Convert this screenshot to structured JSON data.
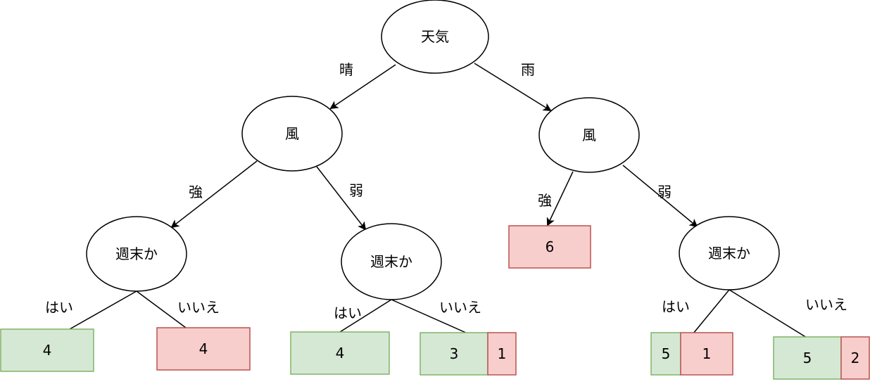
{
  "colors": {
    "stroke": "#000000",
    "green_fill": "#d5e8d4",
    "green_stroke": "#82b366",
    "red_fill": "#f8cecc",
    "red_stroke": "#b85450"
  },
  "nodes": {
    "root": "天気",
    "wind_left": "風",
    "wind_right": "風",
    "weekend_1": "週末か",
    "weekend_2": "週末か",
    "weekend_3": "週末か"
  },
  "edge_labels": {
    "sunny": "晴",
    "rain": "雨",
    "strong_left": "強",
    "weak_left": "弱",
    "strong_right": "強",
    "weak_right": "弱",
    "yes_1": "はい",
    "no_1": "いいえ",
    "yes_2": "はい",
    "no_2": "いいえ",
    "yes_3": "はい",
    "no_3": "いいえ"
  },
  "leaves": {
    "leaf_1_yes": "4",
    "leaf_1_no": "4",
    "leaf_2_yes": "4",
    "leaf_2_no_green": "3",
    "leaf_2_no_red": "1",
    "leaf_strong_right": "6",
    "leaf_3_yes_green": "5",
    "leaf_3_yes_red": "1",
    "leaf_3_no_green": "5",
    "leaf_3_no_red": "2"
  }
}
